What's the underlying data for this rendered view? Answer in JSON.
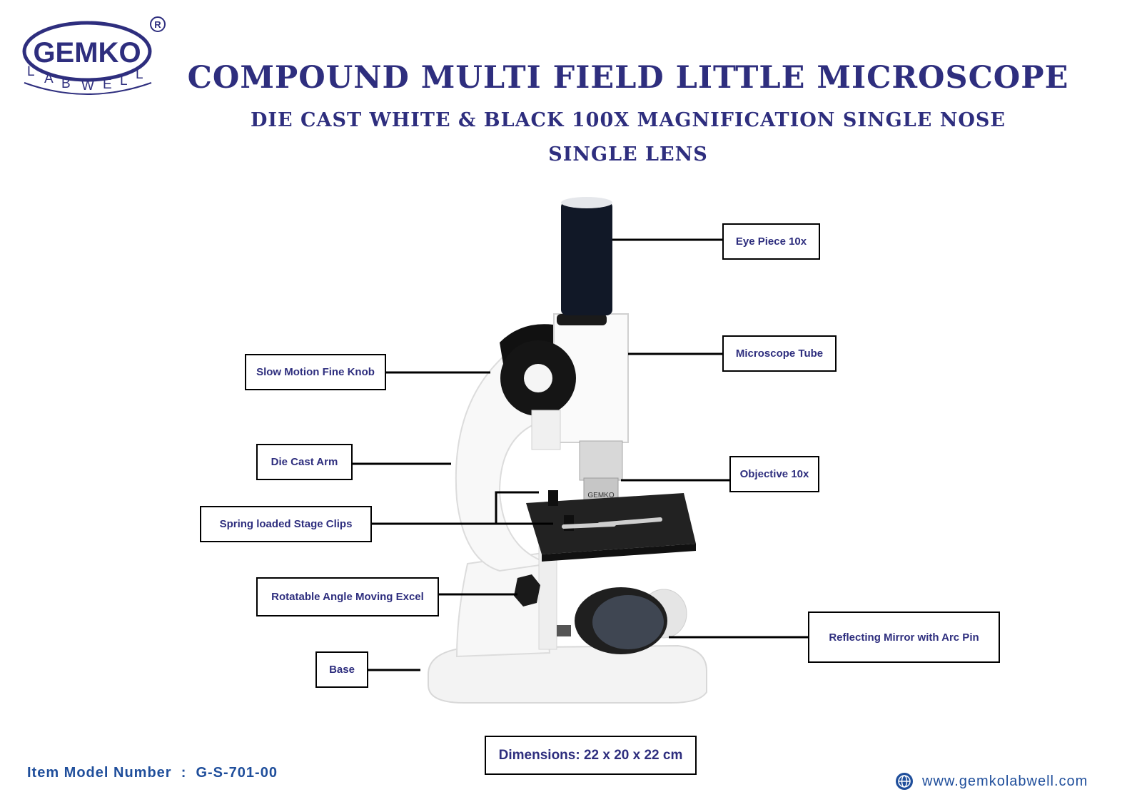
{
  "brand": {
    "name": "GEMKO",
    "sub": "LABWELL",
    "registered": "®"
  },
  "title": "COMPOUND MULTI FIELD LITTLE MICROSCOPE",
  "subtitle_line1": "DIE CAST WHITE & BLACK 100X MAGNIFICATION SINGLE NOSE",
  "subtitle_line2": "SINGLE LENS",
  "labels": {
    "eye_piece": "Eye Piece 10x",
    "microscope_tube": "Microscope Tube",
    "fine_knob": "Slow Motion Fine Knob",
    "die_cast_arm": "Die Cast Arm",
    "objective": "Objective 10x",
    "stage_clips": "Spring loaded Stage Clips",
    "rotatable": "Rotatable Angle Moving Excel",
    "mirror": "Reflecting Mirror with Arc Pin",
    "base": "Base"
  },
  "objective_brand": "GEMKO",
  "dimensions": "Dimensions: 22 x 20 x 22 cm",
  "model": "Item Model Number  :  G-S-701-00",
  "website": "www.gemkolabwell.com",
  "colors": {
    "primary": "#2e2e7e",
    "accent": "#1f4e9b"
  },
  "icons": {
    "web": "globe-icon"
  }
}
